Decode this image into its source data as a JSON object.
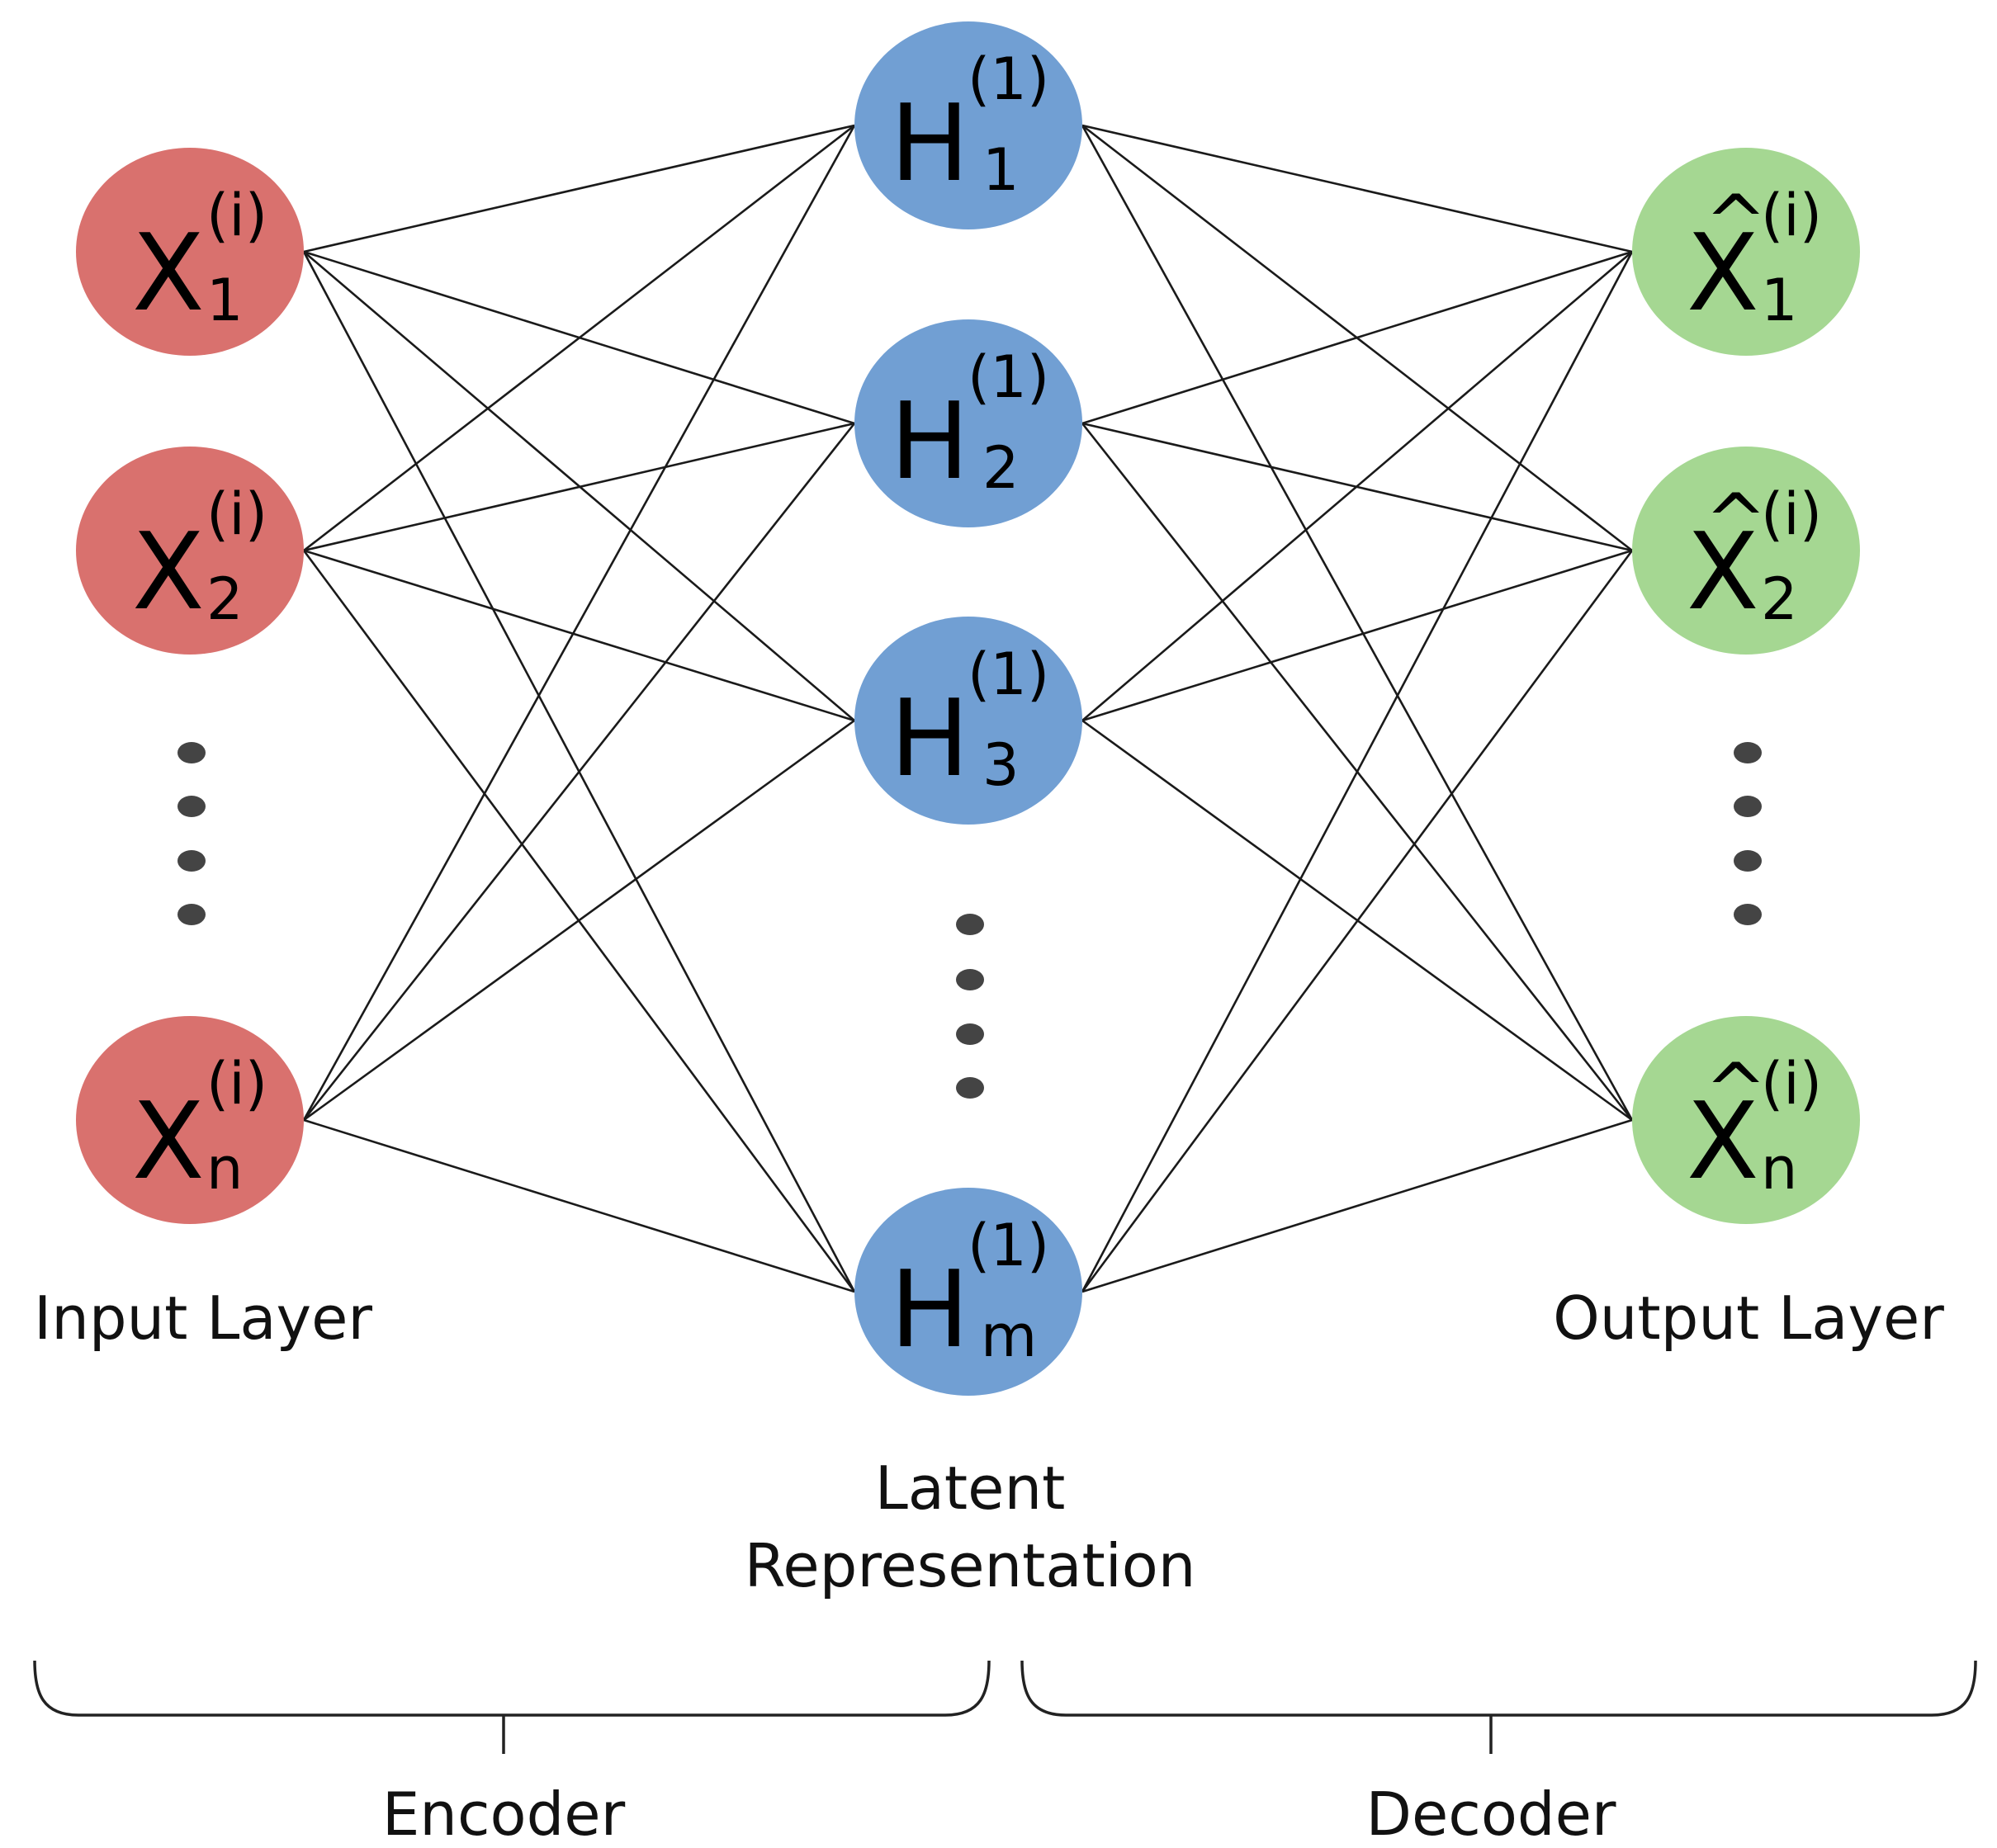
{
  "colors": {
    "input": "#D9716E",
    "latent": "#719FD3",
    "output": "#A5D792",
    "edge": "#1A1A1A",
    "dots": "#444444"
  },
  "input_nodes": [
    {
      "base": "X",
      "sup": "(i)",
      "sub": "1"
    },
    {
      "base": "X",
      "sup": "(i)",
      "sub": "2"
    },
    {
      "base": "X",
      "sup": "(i)",
      "sub": "n"
    }
  ],
  "latent_nodes": [
    {
      "base": "H",
      "sup": "(1)",
      "sub": "1"
    },
    {
      "base": "H",
      "sup": "(1)",
      "sub": "2"
    },
    {
      "base": "H",
      "sup": "(1)",
      "sub": "3"
    },
    {
      "base": "H",
      "sup": "(1)",
      "sub": "m"
    }
  ],
  "output_nodes": [
    {
      "base": "X",
      "hat": "^",
      "sup": "(i)",
      "sub": "1"
    },
    {
      "base": "X",
      "hat": "^",
      "sup": "(i)",
      "sub": "2"
    },
    {
      "base": "X",
      "hat": "^",
      "sup": "(i)",
      "sub": "n"
    }
  ],
  "labels": {
    "input_layer": "Input Layer",
    "output_layer": "Output Layer",
    "latent_line1": "Latent",
    "latent_line2": "Representation",
    "encoder": "Encoder",
    "decoder": "Decoder"
  }
}
